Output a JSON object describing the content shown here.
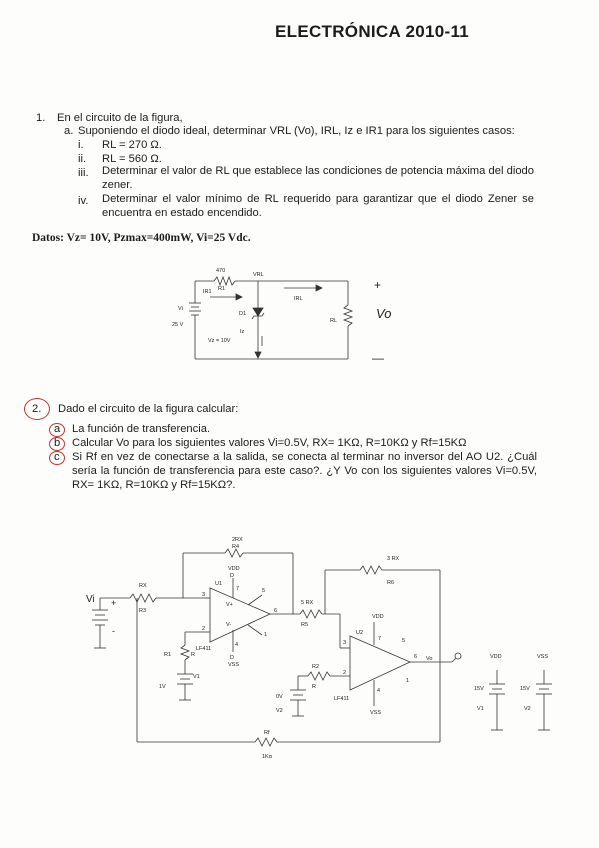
{
  "header": {
    "title": "ELECTRÓNICA 2010-11"
  },
  "q1": {
    "number": "1.",
    "intro": "En el circuito de la figura,",
    "sub_a_marker": "a.",
    "sub_a": "Suponiendo el diodo ideal, determinar VRL (Vo), IRL, Iz e IR1 para los siguientes casos:",
    "items": [
      {
        "marker": "i.",
        "text": "RL = 270 Ω."
      },
      {
        "marker": "ii.",
        "text": "RL = 560 Ω."
      },
      {
        "marker": "iii.",
        "text": "Determinar el valor de RL que establece las condiciones de potencia máxima del diodo zener."
      },
      {
        "marker": "iv.",
        "text": "Determinar el valor mínimo de RL requerido para garantizar que el diodo Zener se encuentra en estado encendido."
      }
    ],
    "datos": "Datos: Vz= 10V, Pzmax=400mW, Vi=25 Vdc."
  },
  "circuit1": {
    "r_value": "470",
    "vrl": "VRL",
    "ir1": "IR1",
    "r1": "R1",
    "irl": "IRL",
    "vi": "Vi",
    "v25": "25 V",
    "d1": "D1",
    "iz": "Iz",
    "vz": "Vz = 10V",
    "rl": "RL",
    "plus": "+",
    "vo": "Vo",
    "minus": "—"
  },
  "q2": {
    "number": "2.",
    "intro": "Dado el circuito de la figura calcular:",
    "items": [
      {
        "marker": "a",
        "text": "La función de transferencia."
      },
      {
        "marker": "b",
        "text": "Calcular Vo para los siguientes valores Vi=0.5V, RX= 1KΩ, R=10KΩ y Rf=15KΩ"
      },
      {
        "marker": "c",
        "text": "Si Rf en vez de conectarse a la salida, se conecta al terminar no inversor del AO U2. ¿Cuál sería la función de transferencia para este caso?. ¿Y Vo con los siguientes valores Vi=0.5V, RX= 1KΩ, R=10KΩ y Rf=15KΩ?."
      }
    ]
  },
  "circuit2": {
    "r4_val": "2RX",
    "r4": "R4",
    "r6_val": "3 RX",
    "r6": "R6",
    "rx": "RX",
    "r3": "R3",
    "vi": "Vi",
    "vdd1": "VDD",
    "d1": "D",
    "u1": "U1",
    "pin3a": "3",
    "pin2a": "2",
    "pin4a": "4",
    "pin7a": "7",
    "pin5a": "5",
    "pin6a": "6",
    "pin1a": "1",
    "v_plus": "V+",
    "v_minus": "V-",
    "lf411a": "LF411",
    "vss1": "VSS",
    "d2": "D",
    "r1": "R1",
    "r1r": "R",
    "v1": "V1",
    "v1v": "1V",
    "r5_val": "5 RX",
    "r5": "R5",
    "vdd2": "VDD",
    "u2": "U2",
    "pin3b": "3",
    "pin2b": "2",
    "pin4b": "4",
    "pin7b": "7",
    "pin5b": "5",
    "pin6b": "6",
    "pin1b": "1",
    "lf411b": "LF411",
    "vss2": "VSS",
    "r2": "R2",
    "r2r": "R",
    "v2": "V2",
    "v2v": "0V",
    "vo": "Vo",
    "vdd_src": "VDD",
    "vss_src": "VSS",
    "v15a": "15V",
    "v15b": "15V",
    "vs1": "V1",
    "vs2": "V2",
    "rf": "Rf",
    "rkk": "1Kα",
    "plus": "+",
    "minus": "-"
  }
}
